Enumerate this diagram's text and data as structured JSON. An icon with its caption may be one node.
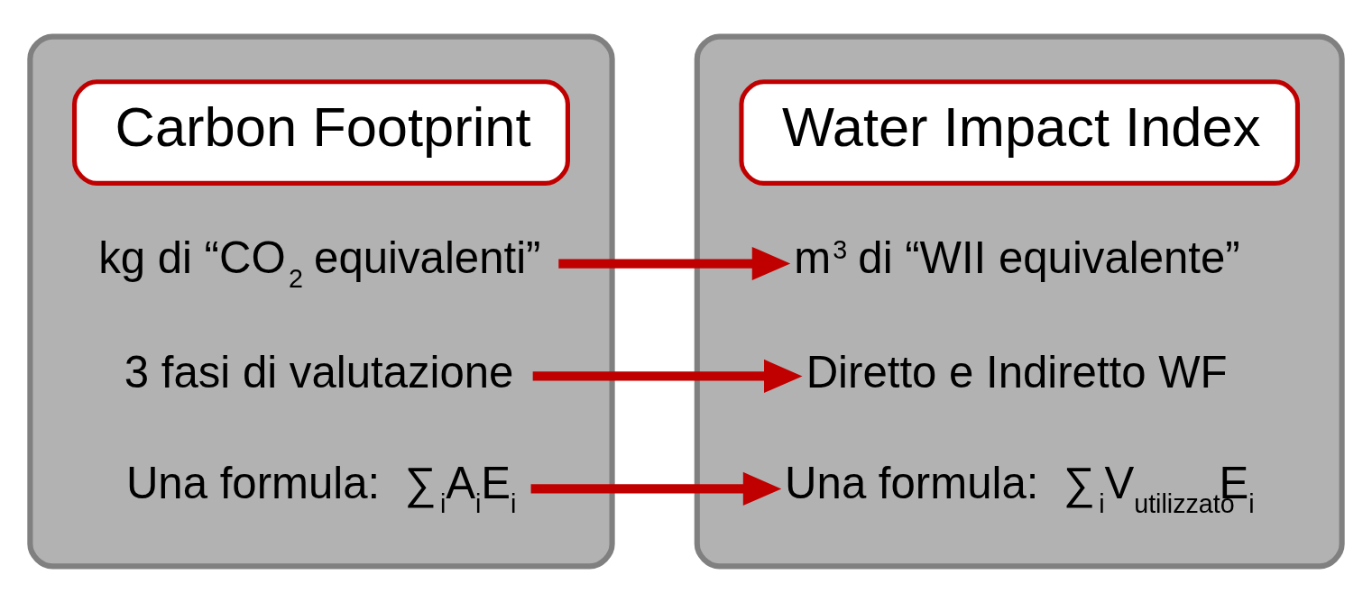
{
  "diagram": {
    "nodes": [
      {
        "text": [],
        "shape": "box"
      },
      {
        "text": [
          "Carbon Footprint"
        ],
        "in": 0
      },
      {
        "text": [
          "kg di “CO$_{2}$ equivalenti”"
        ],
        "in": 0
      },
      {
        "text": [
          "3 fasi di valutazione"
        ],
        "in": 0
      },
      {
        "text": [
          "Una formula:  ∑$_{i}$A$_{i}$E$_{i}$"
        ],
        "in": 0
      },
      {
        "text": [],
        "shape": "box"
      },
      {
        "text": [
          "Water Impact Index"
        ],
        "in": 5
      },
      {
        "text": [
          "m$^{3}$ di “WII equivalente”"
        ],
        "in": 5
      },
      {
        "text": [
          "Diretto e Indiretto WF"
        ],
        "in": 5
      },
      {
        "text": [
          "Una formula:  ∑$_{i}$V$_{utilizzato}$E$_{i}$"
        ],
        "in": 5
      }
    ],
    "edges": [
      {
        "from": 2,
        "to": 7,
        "arrow": "to"
      },
      {
        "from": 3,
        "to": 8,
        "arrow": "to"
      },
      {
        "from": 4,
        "to": 9,
        "arrow": "to"
      }
    ]
  }
}
